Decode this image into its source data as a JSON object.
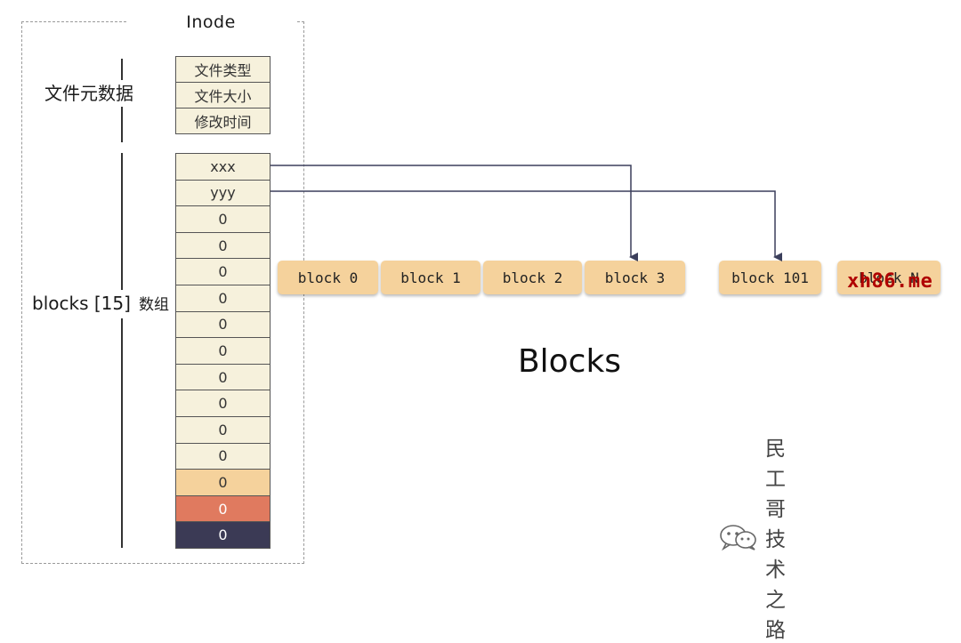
{
  "inode": {
    "title": "Inode",
    "metadata_label": "文件元数据",
    "metadata_fields": [
      "文件类型",
      "文件大小",
      "修改时间"
    ],
    "blocks_label_main": "blocks [15]",
    "blocks_label_suffix": "数组",
    "block_entries": [
      "xxx",
      "yyy",
      "0",
      "0",
      "0",
      "0",
      "0",
      "0",
      "0",
      "0",
      "0",
      "0",
      "0",
      "0",
      "0"
    ],
    "block_entry_colors": [
      "#f6f1dc",
      "#f6f1dc",
      "#f6f1dc",
      "#f6f1dc",
      "#f6f1dc",
      "#f6f1dc",
      "#f6f1dc",
      "#f6f1dc",
      "#f6f1dc",
      "#f6f1dc",
      "#f6f1dc",
      "#f6f1dc",
      "#f5d29c",
      "#e07a5f",
      "#3b3a55"
    ],
    "block_entry_text_colors": [
      "#333333",
      "#333333",
      "#333333",
      "#333333",
      "#333333",
      "#333333",
      "#333333",
      "#333333",
      "#333333",
      "#333333",
      "#333333",
      "#333333",
      "#333333",
      "#ffffff",
      "#ffffff"
    ]
  },
  "blocks": {
    "title": "Blocks",
    "items": [
      "block 0",
      "block 1",
      "block 2",
      "block 3",
      "block 101",
      "block N"
    ],
    "color": "#f5d29c"
  },
  "pointers": [
    {
      "from": "xxx",
      "to": "block 3"
    },
    {
      "from": "yyy",
      "to": "block 101"
    }
  ],
  "watermark": "xh86.me",
  "footer": {
    "text": "民工哥技术之路",
    "icon": "wechat-icon"
  },
  "colors": {
    "arrow": "#3b3f5c",
    "cell_border": "#555555"
  }
}
